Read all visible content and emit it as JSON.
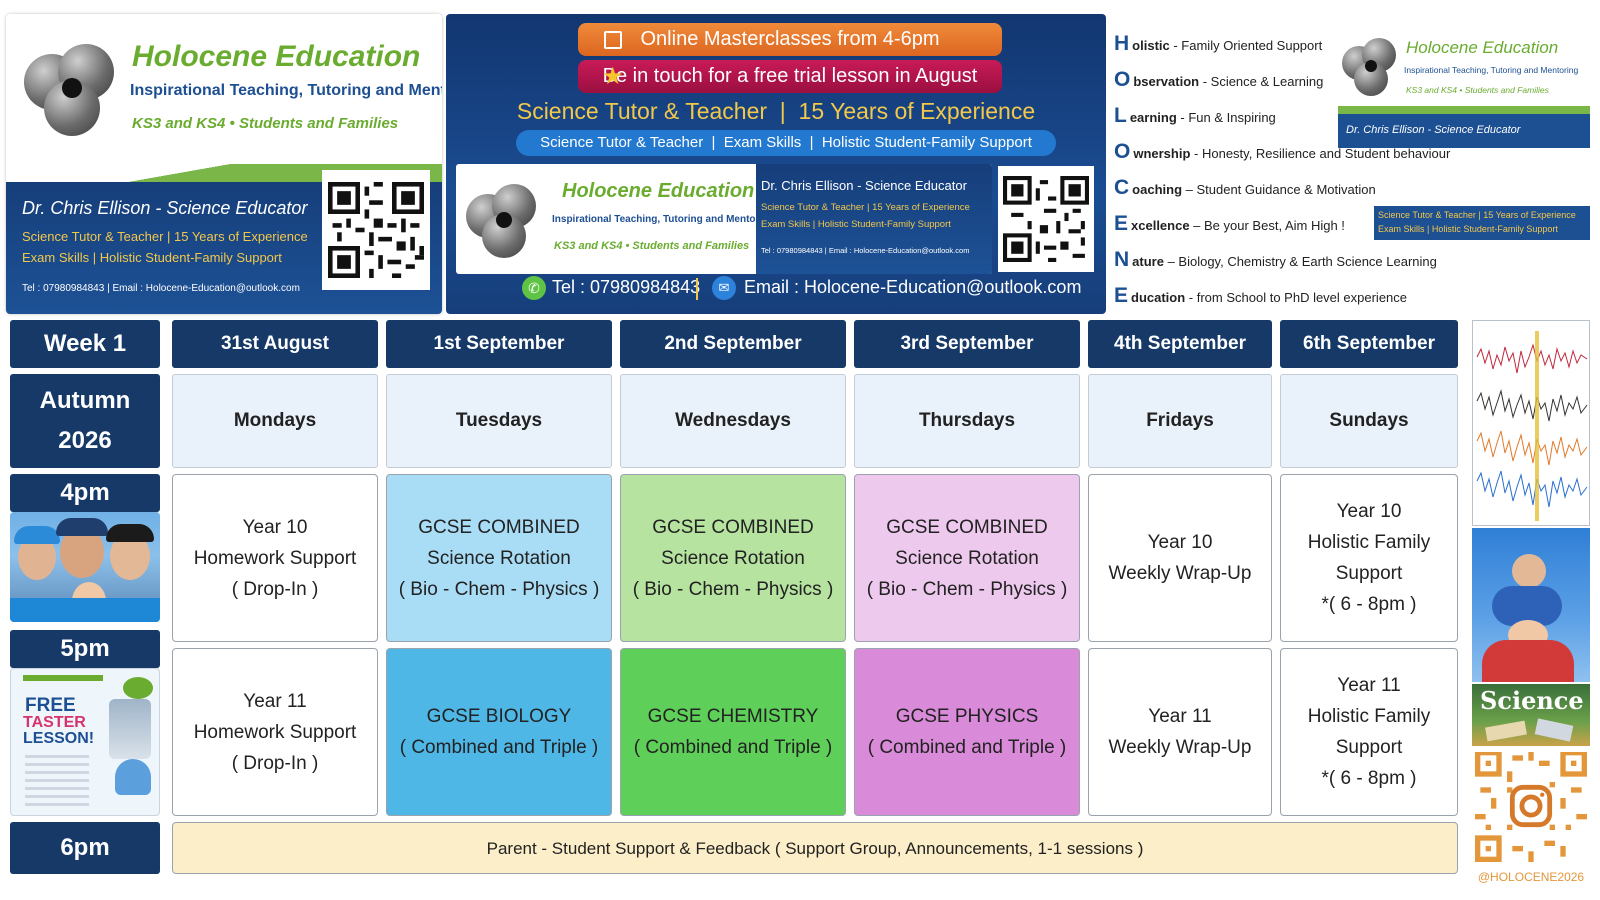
{
  "brand": {
    "name": "Holocene Education",
    "tagline": "Inspirational Teaching, Tutoring and Mentoring",
    "audience": "KS3 and KS4 • Students and Families"
  },
  "educator": {
    "name": "Dr. Chris Ellison - Science Educator",
    "line1": "Science Tutor & Teacher | 15 Years of Experience",
    "line2": "Exam Skills | Holistic Student-Family Support",
    "contact_small": "Tel : 07980984843  |  Email : Holocene-Education@outlook.com"
  },
  "banner": {
    "masterclass": "Online Masterclasses from 4-6pm",
    "trial": "Be in touch for a free trial lesson in August",
    "headline": "Science Tutor & Teacher  |  15 Years of Experience",
    "subline": "Science Tutor & Teacher  |  Exam Skills  |  Holistic Student-Family Support",
    "tel": "Tel : 07980984843",
    "email": "Email : Holocene-Education@outlook.com"
  },
  "acrostic": [
    {
      "letter": "H",
      "word": "olistic",
      "rest": " - Family Oriented Support"
    },
    {
      "letter": "O",
      "word": "bservation",
      "rest": " - Science & Learning"
    },
    {
      "letter": "L",
      "word": "earning",
      "rest": " - Fun & Inspiring"
    },
    {
      "letter": "O",
      "word": "wnership",
      "rest": " - Honesty, Resilience and Student behaviour"
    },
    {
      "letter": "C",
      "word": "oaching",
      "rest": " – Student Guidance & Motivation"
    },
    {
      "letter": "E",
      "word": "xcellence",
      "rest": " – Be your Best, Aim High !"
    },
    {
      "letter": "N",
      "word": "ature",
      "rest": " – Biology, Chemistry & Earth Science Learning"
    },
    {
      "letter": "E",
      "word": "ducation",
      "rest": " - from School to PhD level experience"
    }
  ],
  "card3": {
    "educator": "Dr. Chris Ellison - Science Educator",
    "line1": "Science Tutor & Teacher | 15 Years of Experience",
    "line2": "Exam Skills | Holistic Student-Family Support"
  },
  "timetable": {
    "week": "Week 1",
    "term_line1": "Autumn",
    "term_line2": "2026",
    "dates": [
      "31st August",
      "1st September",
      "2nd September",
      "3rd September",
      "4th September",
      "6th September"
    ],
    "days": [
      "Mondays",
      "Tuesdays",
      "Wednesdays",
      "Thursdays",
      "Fridays",
      "Sundays"
    ],
    "times": [
      "4pm",
      "5pm",
      "6pm"
    ],
    "row4pm": [
      [
        "Year 10",
        "Homework Support",
        "( Drop-In )"
      ],
      [
        "GCSE COMBINED",
        "Science Rotation",
        "( Bio - Chem - Physics )"
      ],
      [
        "GCSE COMBINED",
        "Science Rotation",
        "( Bio - Chem - Physics )"
      ],
      [
        "GCSE COMBINED",
        "Science Rotation",
        "( Bio - Chem - Physics )"
      ],
      [
        "Year 10",
        "Weekly Wrap-Up"
      ],
      [
        "Year 10",
        "Holistic Family",
        "Support",
        "*( 6 - 8pm )"
      ]
    ],
    "row5pm": [
      [
        "Year 11",
        "Homework Support",
        "( Drop-In )"
      ],
      [
        "GCSE BIOLOGY",
        "( Combined and Triple )"
      ],
      [
        "GCSE CHEMISTRY",
        "( Combined and Triple )"
      ],
      [
        "GCSE PHYSICS",
        "( Combined and Triple )"
      ],
      [
        "Year 11",
        "Weekly Wrap-Up"
      ],
      [
        "Year 11",
        "Holistic Family",
        "Support",
        "*( 6 - 8pm )"
      ]
    ],
    "row6pm": "Parent - Student Support & Feedback ( Support Group, Announcements, 1-1 sessions )"
  },
  "flyer": {
    "line1": "FREE",
    "line2": "TASTER",
    "line3": "LESSON!"
  },
  "side": {
    "science_label": "Science",
    "handle": "@HOLOCENE2026"
  },
  "colors": {
    "navy": "#163968",
    "brand_green": "#6aac2f",
    "orange": "#e9772a",
    "magenta": "#b4154a",
    "tue_4pm": "#a9dcf5",
    "wed_4pm": "#b6e3a0",
    "thu_4pm": "#eec9ee",
    "tue_5pm": "#4fb7e6",
    "wed_5pm": "#5ed05a",
    "thu_5pm": "#d98ad9",
    "footer_cell": "#fbeec8"
  }
}
